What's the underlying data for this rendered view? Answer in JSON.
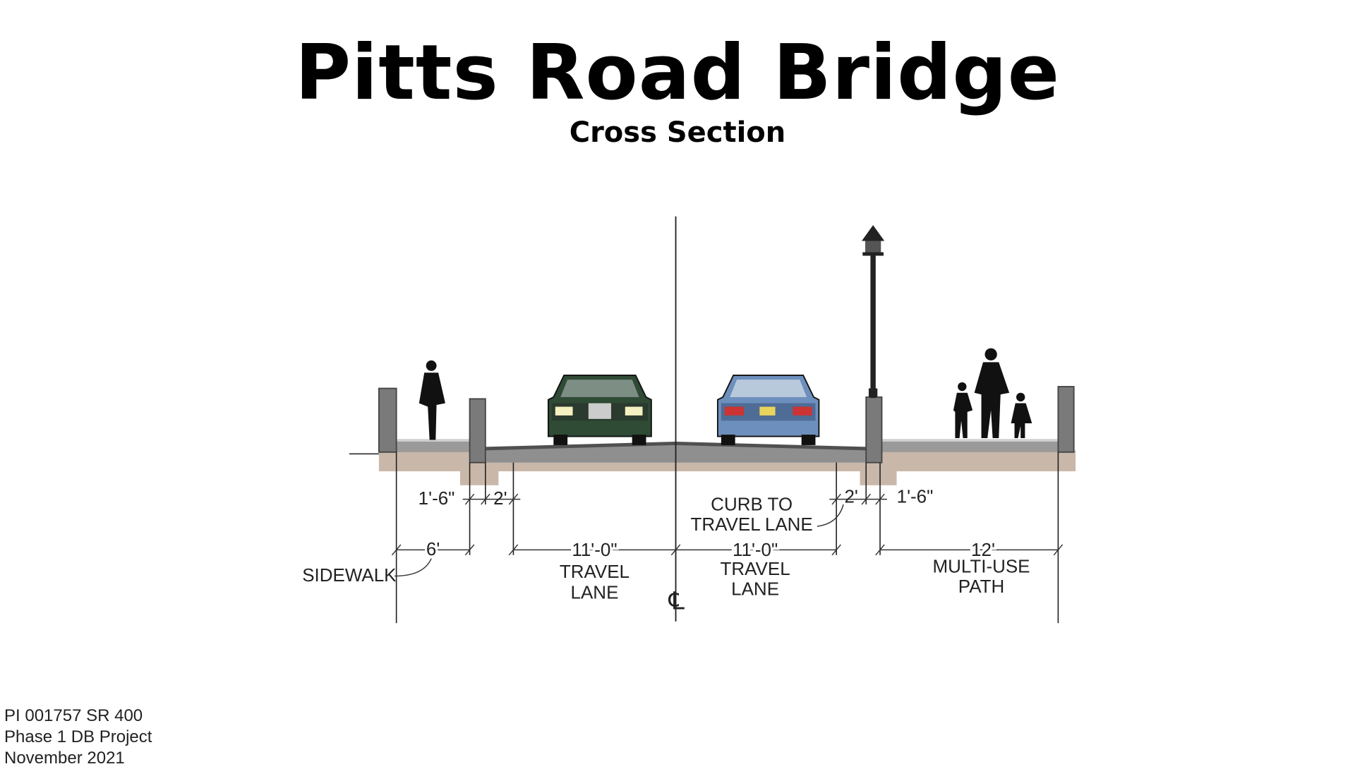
{
  "title": "Pitts Road Bridge",
  "subtitle": "Cross Section",
  "footer": {
    "line1": "PI 001757 SR 400",
    "line2": "Phase 1 DB Project",
    "line3": "November 2021"
  },
  "diagram": {
    "dimensions_top": [
      "1'-6\"",
      "2'",
      "2'",
      "1'-6\""
    ],
    "dimensions_bottom": [
      "6'",
      "11'-0\"",
      "11'-0\"",
      "12'"
    ],
    "labels": {
      "sidewalk": "SIDEWALK",
      "travel_lane_left": [
        "TRAVEL",
        "LANE"
      ],
      "travel_lane_right": [
        "TRAVEL",
        "LANE"
      ],
      "curb_to_travel_lane": [
        "CURB TO",
        "TRAVEL LANE"
      ],
      "multi_use_path": [
        "MULTI-USE",
        "PATH"
      ],
      "centerline_symbol": "℄"
    },
    "colors": {
      "concrete": "#8a8a8a",
      "deck": "#5c5c5c",
      "substrate": "#c9b8aa",
      "left_car": "#2f4a35",
      "right_car": "#6d8fbd"
    }
  }
}
